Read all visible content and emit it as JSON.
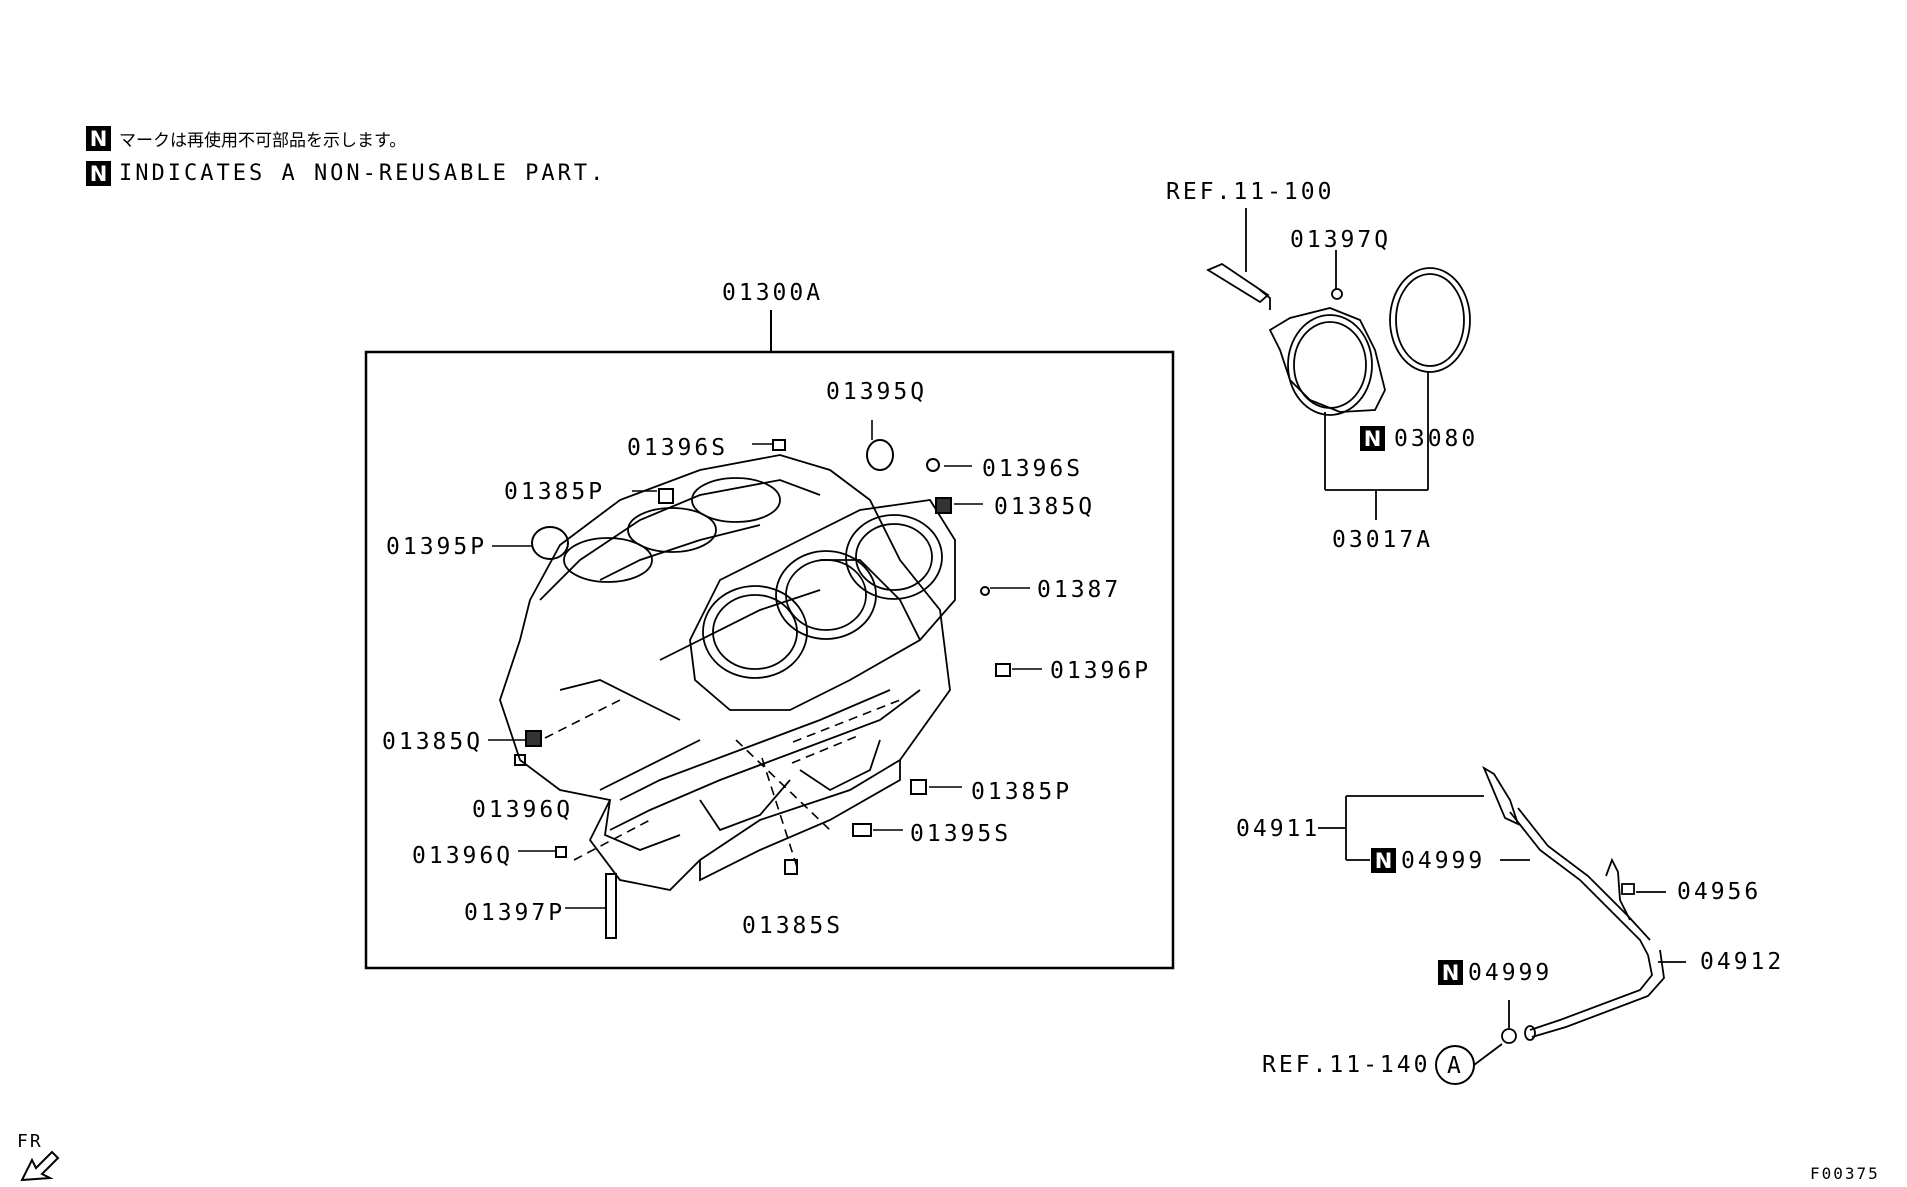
{
  "legend": {
    "badge": "N",
    "japanese": "マークは再使用不可部品を示します。",
    "english": "INDICATES A NON-REUSABLE PART."
  },
  "callouts": {
    "c01300A": "01300A",
    "c01395Q": "01395Q",
    "c01396S_a": "01396S",
    "c01396S_b": "01396S",
    "c01385P_a": "01385P",
    "c01385Q_a": "01385Q",
    "c01395P": "01395P",
    "c01387": "01387",
    "c01396P": "01396P",
    "c01385Q_b": "01385Q",
    "c01396Q_a": "01396Q",
    "c01385P_b": "01385P",
    "c01395S": "01395S",
    "c01396Q_b": "01396Q",
    "c01397P": "01397P",
    "c01385S": "01385S",
    "ref_11_100": "REF.11-100",
    "c01397Q": "01397Q",
    "c03080": "03080",
    "c03017A": "03017A",
    "c04911": "04911",
    "c04999_a": "04999",
    "c04956": "04956",
    "c04912": "04912",
    "c04999_b": "04999",
    "ref_11_140": "REF.11-140",
    "ref_circle": "A"
  },
  "badges": {
    "n03080": "N",
    "n04999_a": "N",
    "n04999_b": "N"
  },
  "footer": {
    "fr": "FR",
    "figure_code": "F00375"
  }
}
